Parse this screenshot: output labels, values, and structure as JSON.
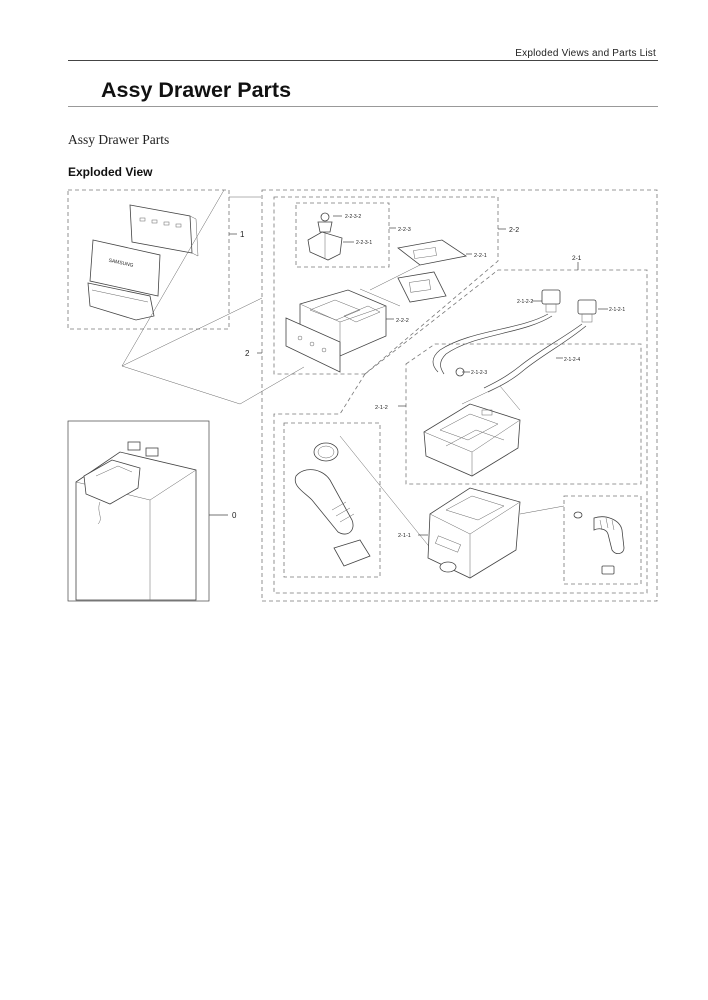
{
  "header": {
    "section_label": "Exploded Views and Parts List"
  },
  "document": {
    "title": "Assy Drawer Parts",
    "section_title": "Assy Drawer Parts",
    "subsection_title": "Exploded View"
  },
  "diagram": {
    "brand_text": "SAMSUNG",
    "callouts": {
      "c0": "0",
      "c1": "1",
      "c2": "2",
      "c2_1": "2-1",
      "c2_2": "2-2",
      "c2_1_1": "2-1-1",
      "c2_1_2": "2-1-2",
      "c2_1_2_1": "2-1-2-1",
      "c2_1_2_2": "2-1-2-2",
      "c2_1_2_3": "2-1-2-3",
      "c2_1_2_4": "2-1-2-4",
      "c2_2_1": "2-2-1",
      "c2_2_2": "2-2-2",
      "c2_2_3": "2-2-3",
      "c2_2_3_1": "2-2-3-1",
      "c2_2_3_2": "2-2-3-2"
    }
  }
}
